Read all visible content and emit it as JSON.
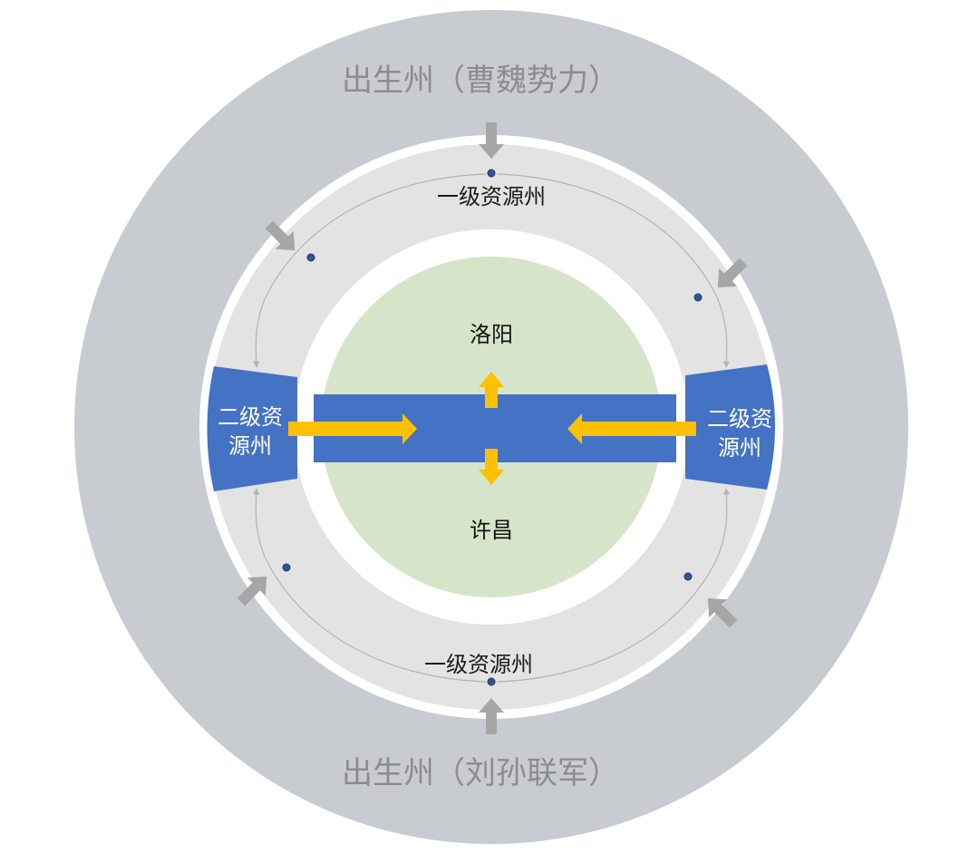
{
  "diagram": {
    "outer_top_label": "出生州（曹魏势力）",
    "outer_bottom_label": "出生州（刘孙联军）",
    "ring_top_label": "一级资源州",
    "ring_bottom_label": "一级资源州",
    "side_left_line1": "二级资",
    "side_left_line2": "源州",
    "side_right_line1": "二级资",
    "side_right_line2": "源州",
    "core_top_label": "洛阳",
    "core_bottom_label": "许昌"
  },
  "colors": {
    "outer_ring": "#c8ccd1",
    "middle_ring": "#e3e3e3",
    "core": "#d6e5c9",
    "center_bar": "#4472c4",
    "yellow_arrow": "#ffc000",
    "gray_arrow": "#a6a6a6",
    "node_dot": "#2f5597"
  },
  "icons": {
    "gray_arrows": "inward-arrow-icon",
    "yellow_arrows": "flow-arrow-icon",
    "dots": "node-dot-icon"
  }
}
